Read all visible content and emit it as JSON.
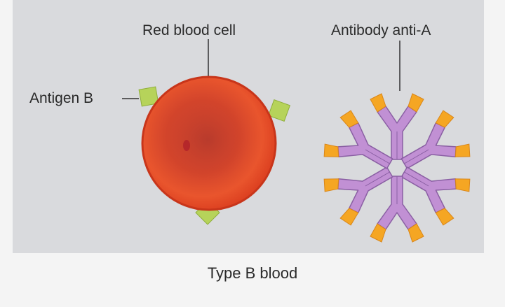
{
  "labels": {
    "red_blood_cell": "Red blood cell",
    "antibody": "Antibody anti-A",
    "antigen": "Antigen B"
  },
  "caption": "Type B blood",
  "colors": {
    "panel_background": "#d9dadd",
    "cell_red": "#e2472a",
    "antigen_green": "#b6d35a",
    "antibody_purple": "#c190d4",
    "antibody_tip_orange": "#f5a623"
  }
}
